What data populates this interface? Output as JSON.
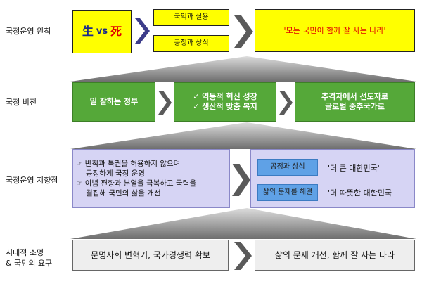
{
  "rows": {
    "principle": {
      "label": "국정운영 원칙"
    },
    "vision": {
      "label": "국정 비전"
    },
    "direction": {
      "label": "국정운영 지향점"
    },
    "demand": {
      "label_line1": "시대적 소명",
      "label_line2": "& 국민의 요구"
    }
  },
  "principle": {
    "life": "生",
    "vs": "vs",
    "death": "死",
    "item1": "국익과 실용",
    "item2": "공정과 상식",
    "slogan": "'모든 국민이 함께 잘 사는 나라'"
  },
  "vision": {
    "box1": "일 잘하는 정부",
    "box2_line1": "✓ 역동적 혁신 성장",
    "box2_line2": "✓ 생산적 맞춤 복지",
    "box3_line1": "추격자에서 선도자로",
    "box3_line2": "글로벌 중추국가로"
  },
  "direction": {
    "bullet1_line1": "☞ 반칙과 특권을 허용하지 않으며",
    "bullet1_line2": "공정하게 국정 운영",
    "bullet2_line1": "☞ 이념 편향과 분열을 극복하고 국력을",
    "bullet2_line2": "결집해 국민의 삶을 개선",
    "tag1": "공정과 상식",
    "tag2": "삶의 문제를 해결",
    "result1": "'더 큰 대한민국'",
    "result2": "'더 따뜻한 대한민국"
  },
  "demand": {
    "left": "문명사회 변혁기, 국가경쟁력 확보",
    "right": "삶의 문제 개선, 함께 잘 사는 나라"
  },
  "colors": {
    "yellow": "#ffff00",
    "green": "#55a839",
    "lavender": "#d6d4f4",
    "blue_tag": "#5fa1e6",
    "red_text": "#e00000",
    "navy_text": "#1a2a8a",
    "gray_box": "#eeeeee",
    "arrow_gray": "#5a5a5a"
  }
}
